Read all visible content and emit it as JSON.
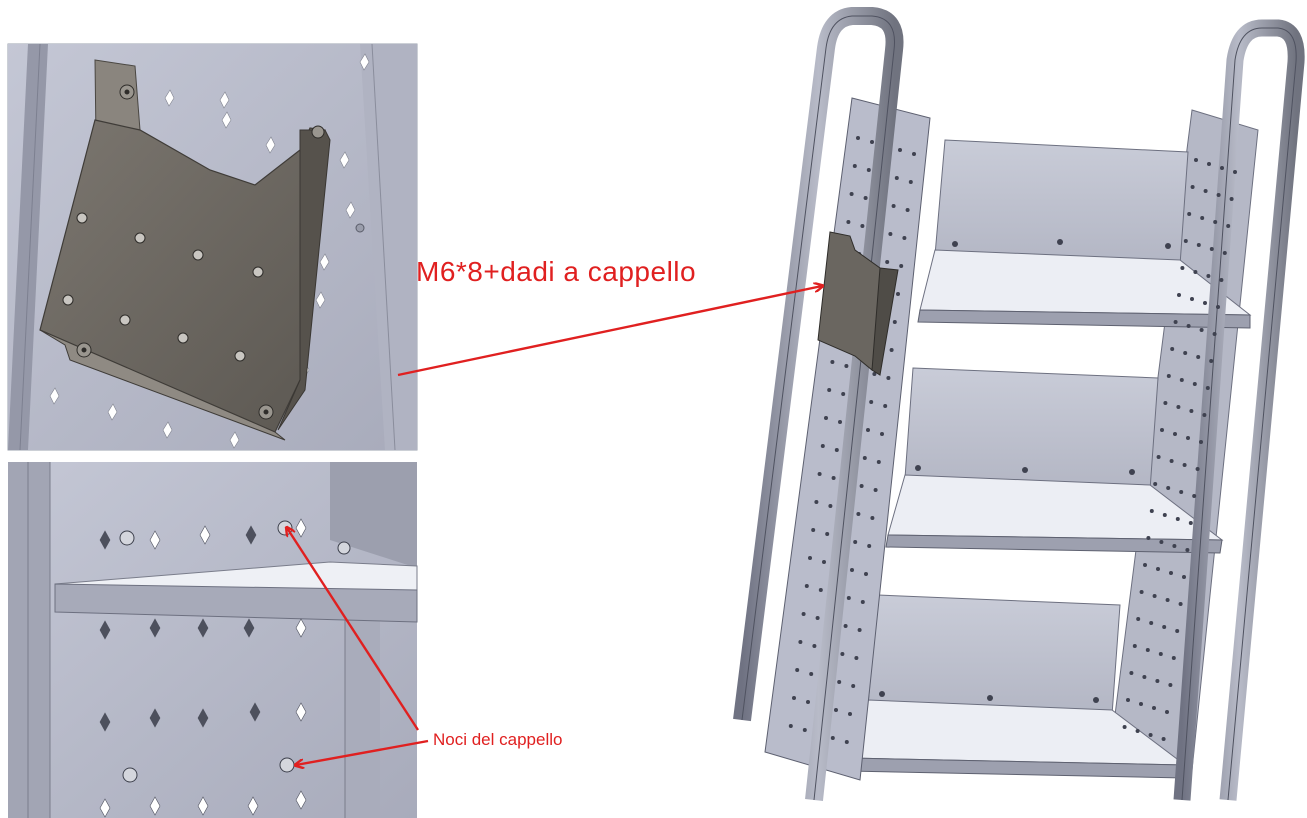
{
  "callouts": {
    "fastener": "M6*8+dadi a cappello",
    "cap_nuts": "Noci del cappello"
  },
  "colors": {
    "annotation": "#e02020",
    "panel": "#b9bccb",
    "bracket": "#6f6a64",
    "frame": "#8d90a0",
    "shelf": "#e8e9f0"
  },
  "views": [
    {
      "name": "bracket-detail-view"
    },
    {
      "name": "shelf-detail-view"
    },
    {
      "name": "assembled-shelving-unit-view"
    }
  ]
}
